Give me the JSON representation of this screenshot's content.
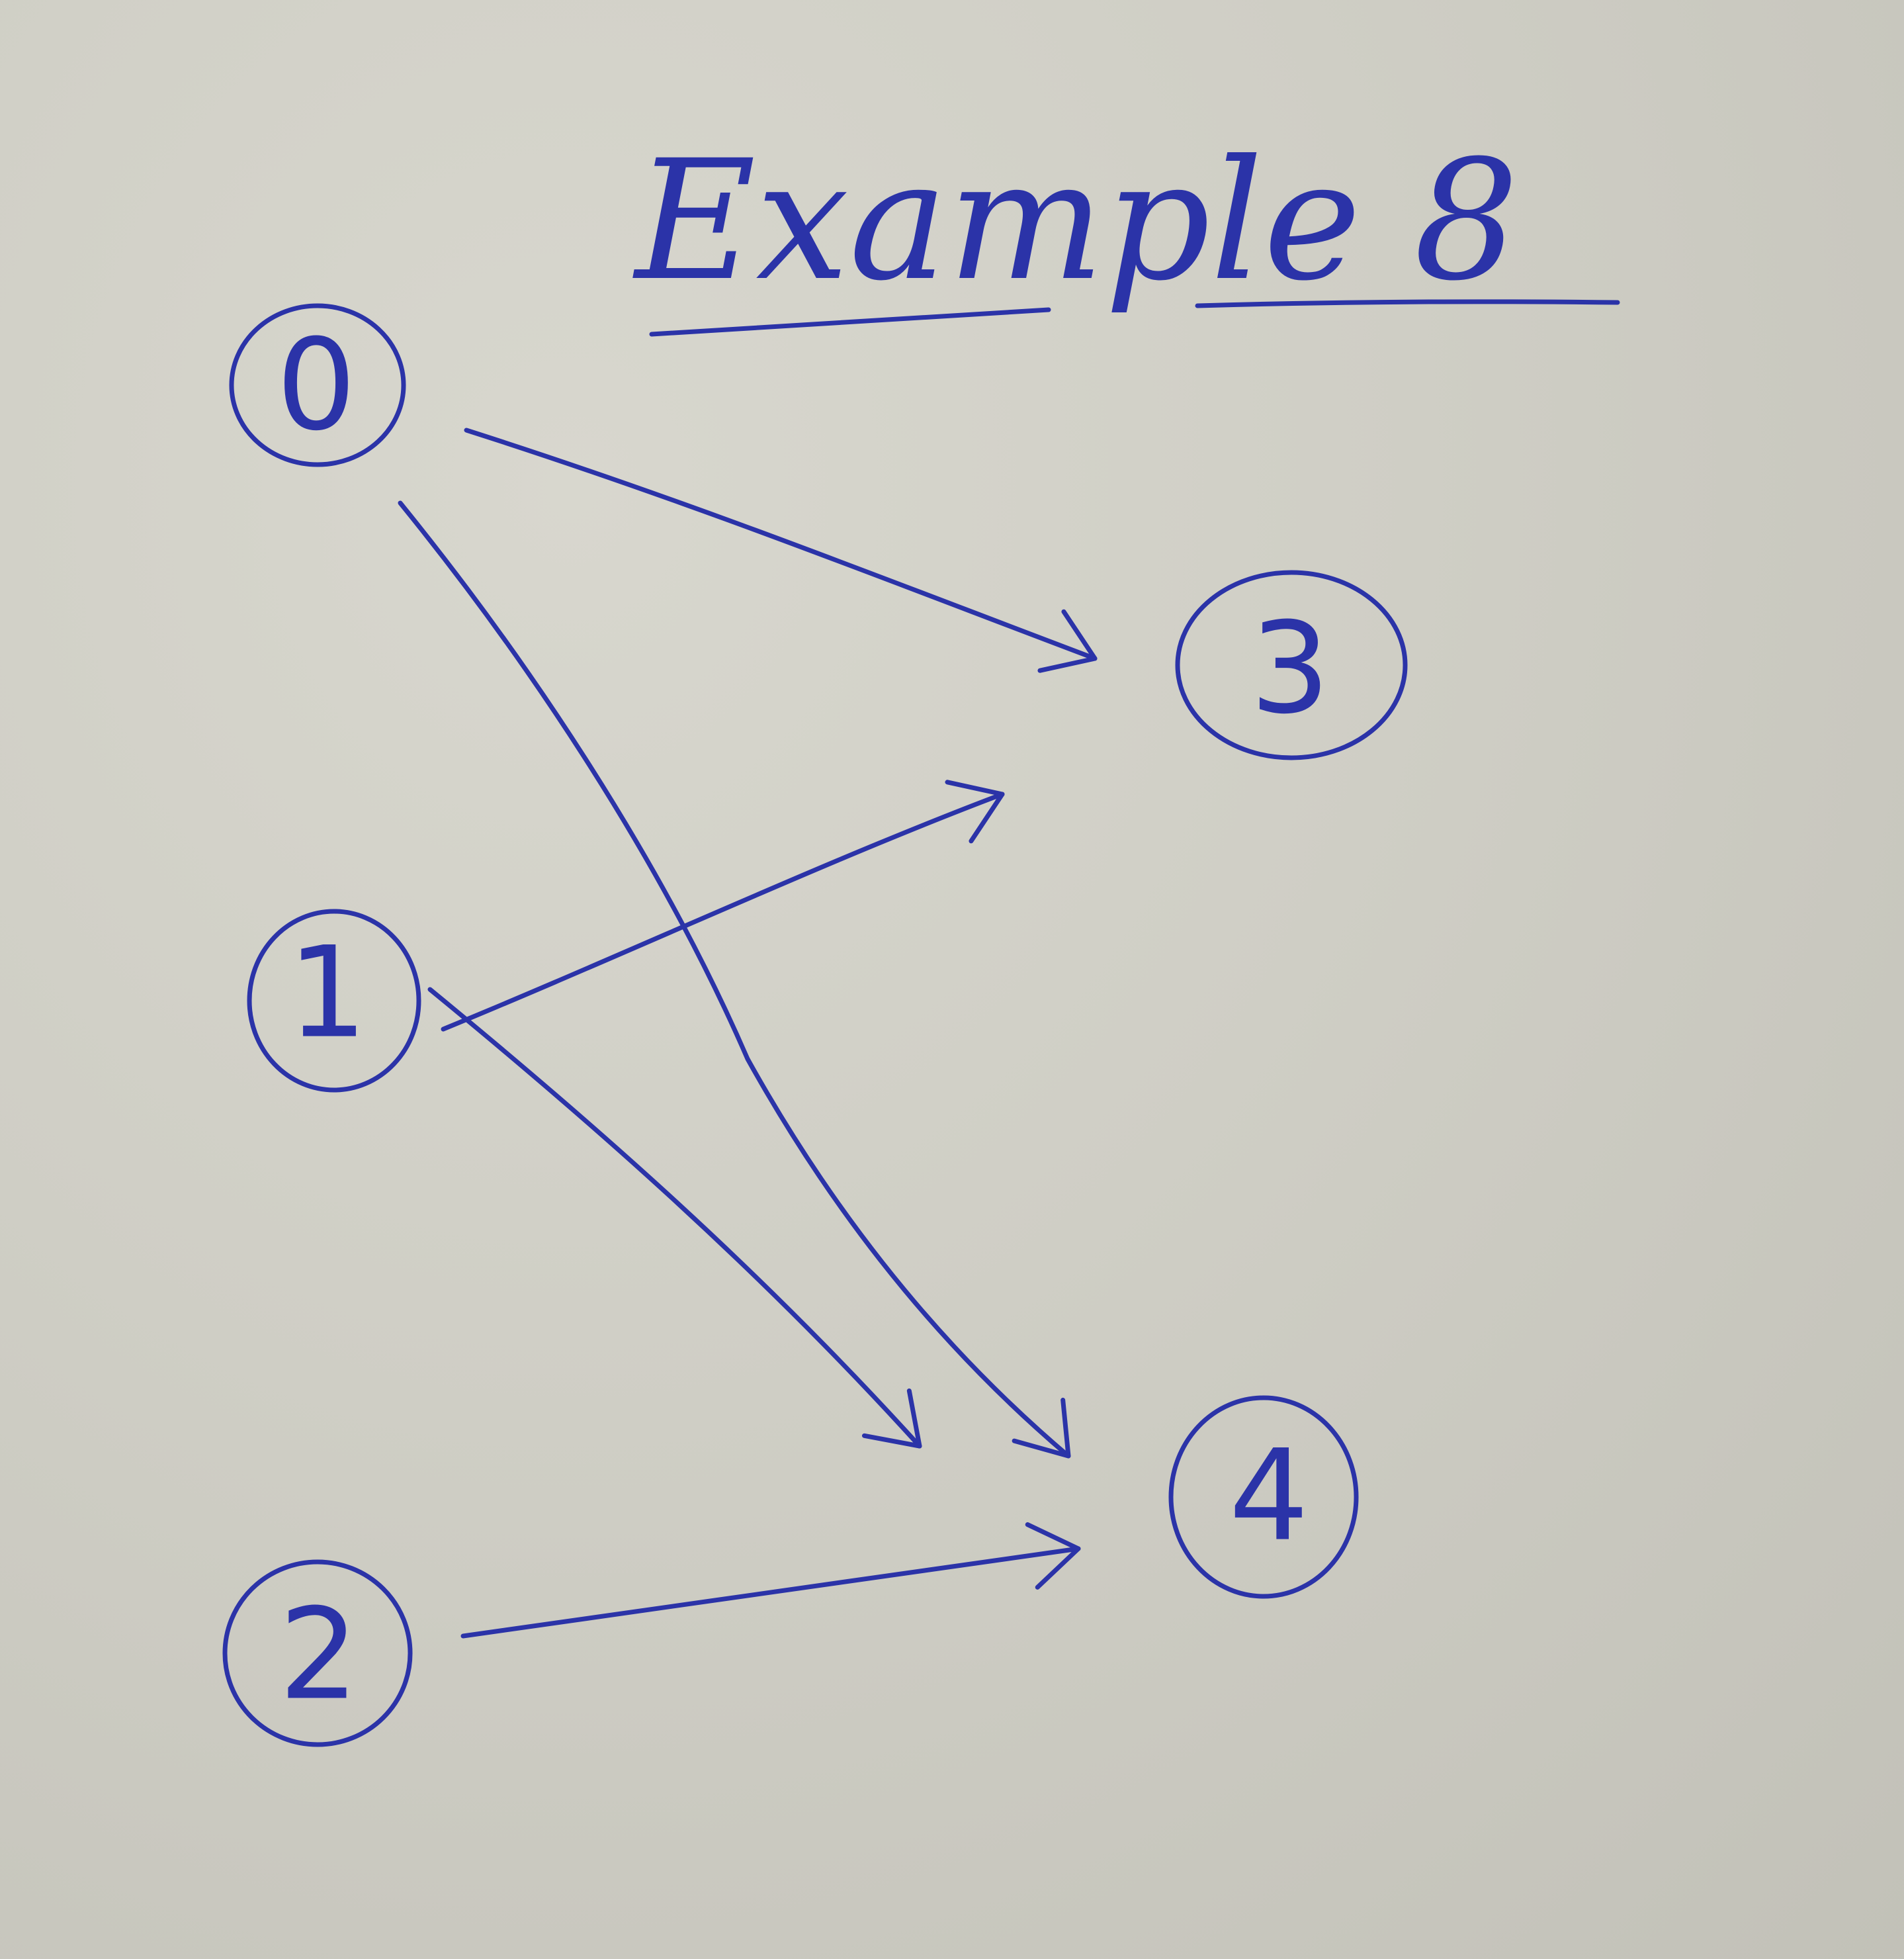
{
  "title": "Example 8",
  "ink_color": "#2b33a8",
  "nodes": [
    {
      "id": "0",
      "label": "0"
    },
    {
      "id": "1",
      "label": "1"
    },
    {
      "id": "2",
      "label": "2"
    },
    {
      "id": "3",
      "label": "3"
    },
    {
      "id": "4",
      "label": "4"
    }
  ],
  "edges": [
    {
      "from": "0",
      "to": "3"
    },
    {
      "from": "0",
      "to": "4"
    },
    {
      "from": "1",
      "to": "3"
    },
    {
      "from": "1",
      "to": "4"
    },
    {
      "from": "2",
      "to": "4"
    }
  ]
}
